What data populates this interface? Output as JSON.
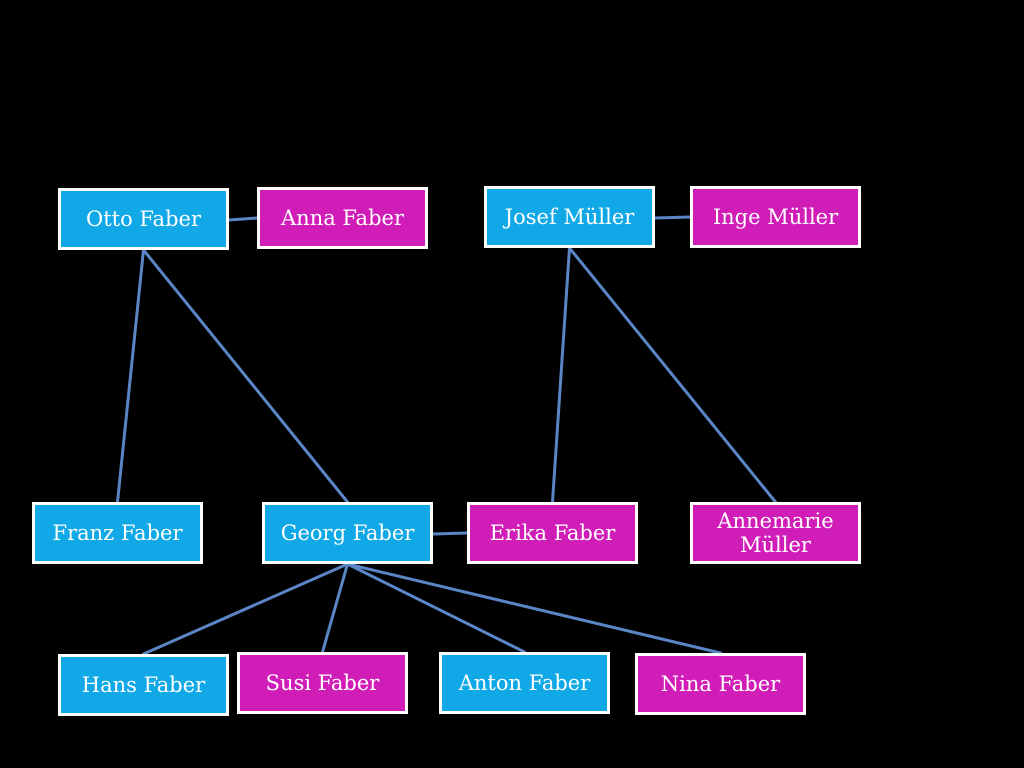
{
  "colors": {
    "background": "#000000",
    "male_box": "#10a8e6",
    "female_box": "#d01db8",
    "connector": "#5a86c6",
    "border": "#ffffff",
    "text": "#ffffff"
  },
  "nodes": {
    "otto": {
      "name": "Otto Faber",
      "gender": "male"
    },
    "anna": {
      "name": "Anna Faber",
      "gender": "female"
    },
    "josef": {
      "name": "Josef Müller",
      "gender": "male"
    },
    "inge": {
      "name": "Inge Müller",
      "gender": "female"
    },
    "franz": {
      "name": "Franz Faber",
      "gender": "male"
    },
    "georg": {
      "name": "Georg Faber",
      "gender": "male"
    },
    "erika": {
      "name": "Erika Faber",
      "gender": "female"
    },
    "annemarie": {
      "name": "Annemarie Müller",
      "gender": "female"
    },
    "hans": {
      "name": "Hans Faber",
      "gender": "male"
    },
    "susi": {
      "name": "Susi Faber",
      "gender": "female"
    },
    "anton": {
      "name": "Anton Faber",
      "gender": "male"
    },
    "nina": {
      "name": "Nina Faber",
      "gender": "female"
    }
  },
  "relationships": {
    "marriages": [
      [
        "otto",
        "anna"
      ],
      [
        "josef",
        "inge"
      ],
      [
        "georg",
        "erika"
      ]
    ],
    "parent_child": [
      [
        "otto",
        "franz"
      ],
      [
        "otto",
        "georg"
      ],
      [
        "josef",
        "erika"
      ],
      [
        "josef",
        "annemarie"
      ],
      [
        "georg",
        "hans"
      ],
      [
        "georg",
        "susi"
      ],
      [
        "georg",
        "anton"
      ],
      [
        "georg",
        "nina"
      ]
    ]
  }
}
